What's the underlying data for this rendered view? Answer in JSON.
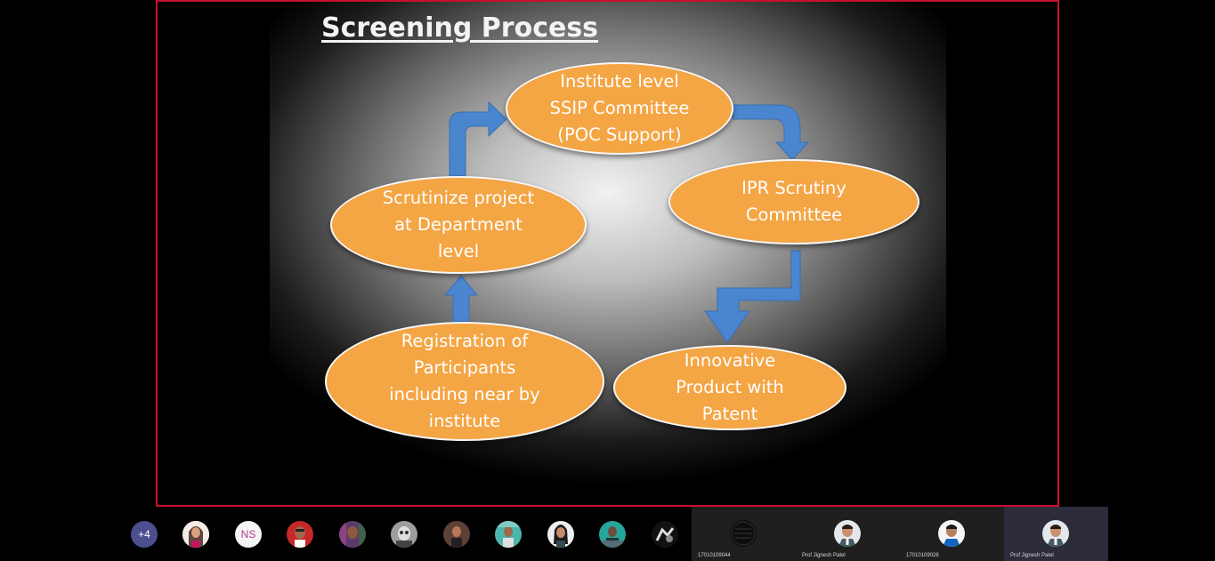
{
  "slide": {
    "title": "Screening Process",
    "colors": {
      "node_fill": "#f4a544",
      "node_border": "#f7f7f7",
      "arrow": "#4a86cf",
      "frame": "#c8102e"
    },
    "nodes": {
      "institute": "Institute level\nSSIP Committee\n(POC Support)",
      "ipr": "IPR Scrutiny\nCommittee",
      "department": "Scrutinize project\nat  Department\nlevel",
      "innovative": "Innovative\nProduct with\nPatent",
      "registration": "Registration of\nParticipants\nincluding near by\ninstitute"
    }
  },
  "participants_bar": {
    "overflow_count": "+4",
    "initials_avatar": "NS",
    "tiles": [
      {
        "name": "17010109044"
      },
      {
        "name": "Prof Jignesh Patel"
      },
      {
        "name": "17010109028"
      },
      {
        "name": "Prof Jignesh Patel"
      }
    ]
  }
}
